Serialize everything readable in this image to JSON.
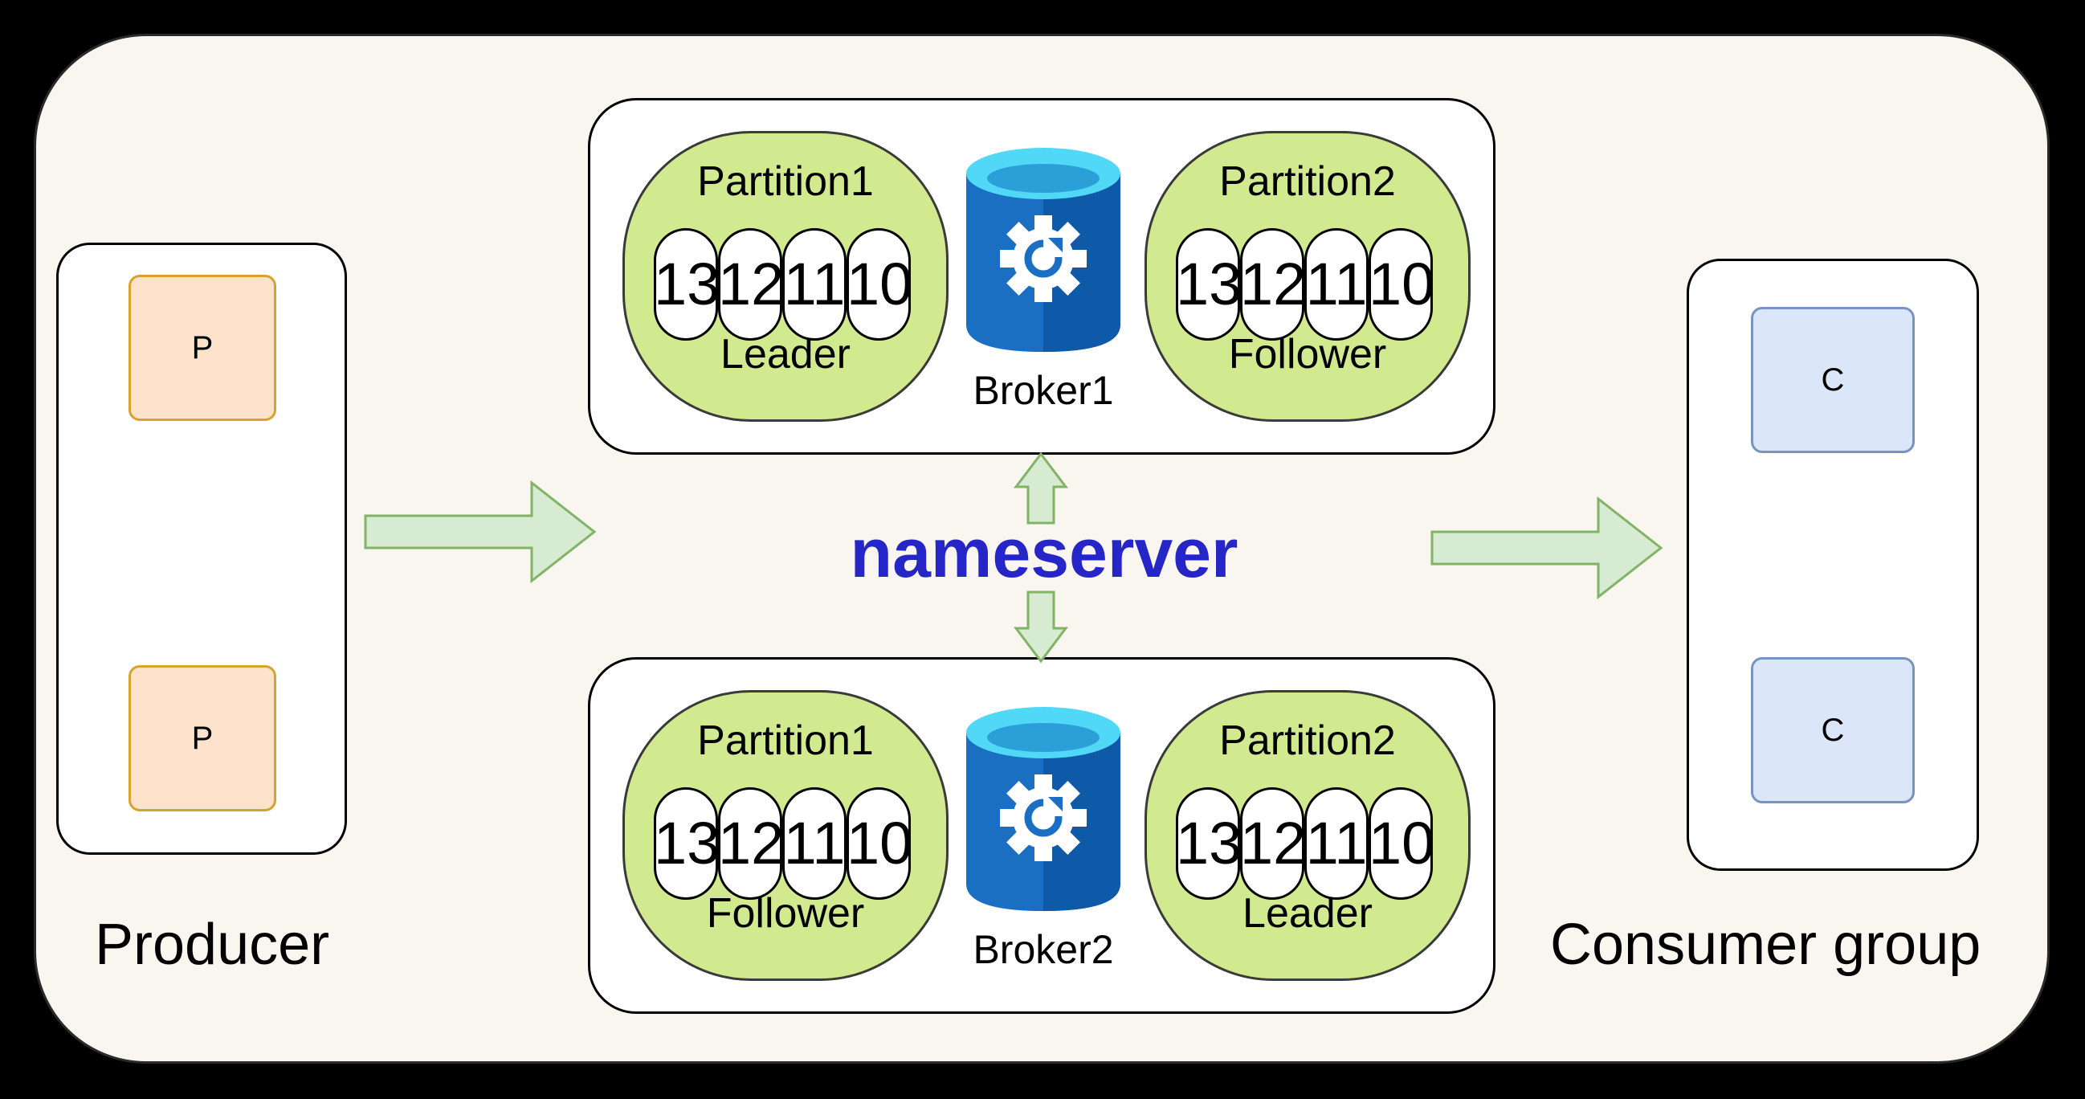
{
  "producer": {
    "label": "Producer",
    "nodes": [
      {
        "label": "P"
      },
      {
        "label": "P"
      }
    ]
  },
  "consumer_group": {
    "label": "Consumer group",
    "nodes": [
      {
        "label": "C"
      },
      {
        "label": "C"
      }
    ]
  },
  "nameserver": {
    "label": "nameserver"
  },
  "brokers": [
    {
      "label": "Broker1",
      "partitions": [
        {
          "name": "Partition1",
          "role": "Leader",
          "offsets": [
            "13",
            "12",
            "11",
            "10"
          ]
        },
        {
          "name": "Partition2",
          "role": "Follower",
          "offsets": [
            "13",
            "12",
            "11",
            "10"
          ]
        }
      ]
    },
    {
      "label": "Broker2",
      "partitions": [
        {
          "name": "Partition1",
          "role": "Follower",
          "offsets": [
            "13",
            "12",
            "11",
            "10"
          ]
        },
        {
          "name": "Partition2",
          "role": "Leader",
          "offsets": [
            "13",
            "12",
            "11",
            "10"
          ]
        }
      ]
    }
  ],
  "icons": {
    "broker": "database-gear-icon",
    "flow": "block-arrow-icon"
  },
  "colors": {
    "background": "#000000",
    "canvas": "#f8f6ee",
    "partition_fill": "#d1ea90",
    "producer_fill": "#fde3cc",
    "producer_border": "#d8a22f",
    "consumer_fill": "#dbe7f8",
    "consumer_border": "#7892c2",
    "arrow_fill": "#d7ead2",
    "arrow_stroke": "#82b366",
    "nameserver_text": "#2525c8",
    "db_blue": "#1a6fc2",
    "db_top": "#4fd8f6"
  }
}
